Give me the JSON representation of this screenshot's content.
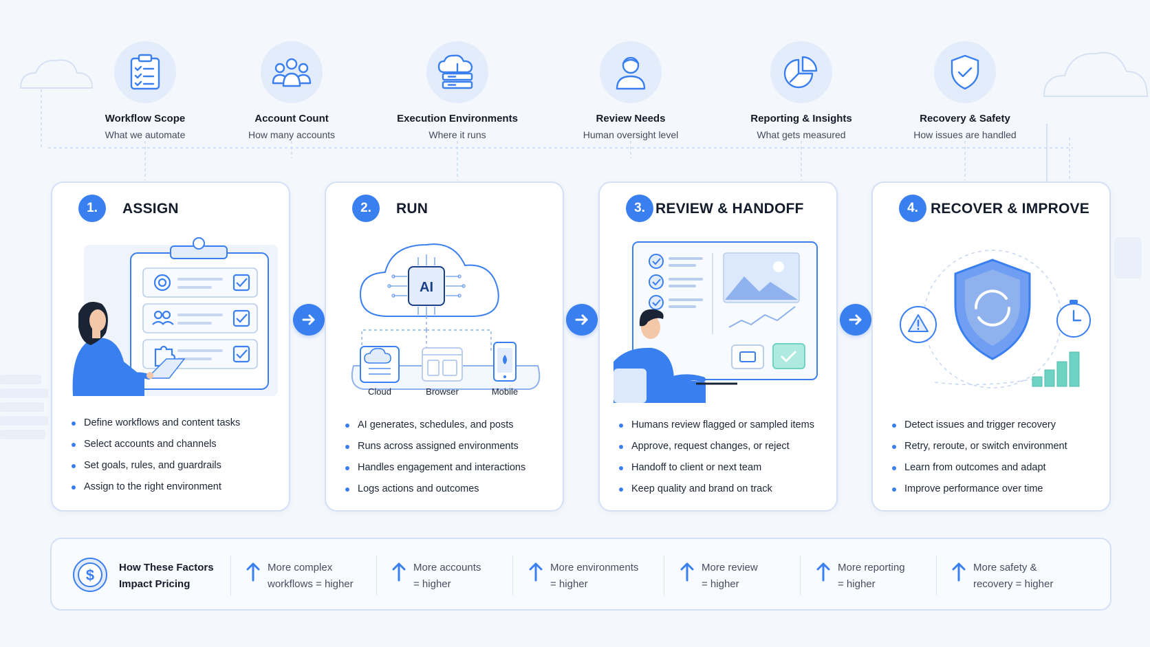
{
  "factors": [
    {
      "title": "Workflow Scope",
      "subtitle": "What we automate",
      "icon": "clipboard-list-icon"
    },
    {
      "title": "Account Count",
      "subtitle": "How many accounts",
      "icon": "user-group-icon"
    },
    {
      "title": "Execution Environments",
      "subtitle": "Where it runs",
      "icon": "cloud-server-icon"
    },
    {
      "title": "Review Needs",
      "subtitle": "Human oversight level",
      "icon": "person-icon"
    },
    {
      "title": "Reporting & Insights",
      "subtitle": "What gets measured",
      "icon": "pie-chart-icon"
    },
    {
      "title": "Recovery & Safety",
      "subtitle": "How issues are handled",
      "icon": "shield-check-icon"
    }
  ],
  "stages": [
    {
      "number": "1.",
      "title": "ASSIGN",
      "bullets": [
        "Define workflows and content tasks",
        "Select accounts and channels",
        "Set goals, rules, and guardrails",
        "Assign to the right environment"
      ]
    },
    {
      "number": "2.",
      "title": "RUN",
      "chip_label": "AI",
      "environments": [
        "Cloud",
        "Browser",
        "Mobile"
      ],
      "bullets": [
        "AI generates, schedules, and posts",
        "Runs across assigned environments",
        "Handles engagement and interactions",
        "Logs actions and outcomes"
      ]
    },
    {
      "number": "3.",
      "title": "REVIEW & HANDOFF",
      "bullets": [
        "Humans review flagged or sampled items",
        "Approve, request changes, or reject",
        "Handoff to client or next team",
        "Keep quality and brand on track"
      ]
    },
    {
      "number": "4.",
      "title": "RECOVER & IMPROVE",
      "bullets": [
        "Detect issues and trigger recovery",
        "Retry, reroute, or switch environment",
        "Learn from outcomes and adapt",
        "Improve performance over time"
      ]
    }
  ],
  "pricing": {
    "title_line1": "How These Factors",
    "title_line2": "Impact Pricing",
    "items": [
      {
        "line1": "More complex",
        "line2": "workflows = higher"
      },
      {
        "line1": "More accounts",
        "line2": "= higher"
      },
      {
        "line1": "More environments",
        "line2": "= higher"
      },
      {
        "line1": "More review",
        "line2": "= higher"
      },
      {
        "line1": "More reporting",
        "line2": "= higher"
      },
      {
        "line1": "More safety &",
        "line2": "recovery = higher"
      }
    ]
  },
  "colors": {
    "accent": "#3a7ff0",
    "accent_light": "#e3ecfb",
    "teal": "#6fd3c4",
    "card_border": "#d3e0f5"
  }
}
